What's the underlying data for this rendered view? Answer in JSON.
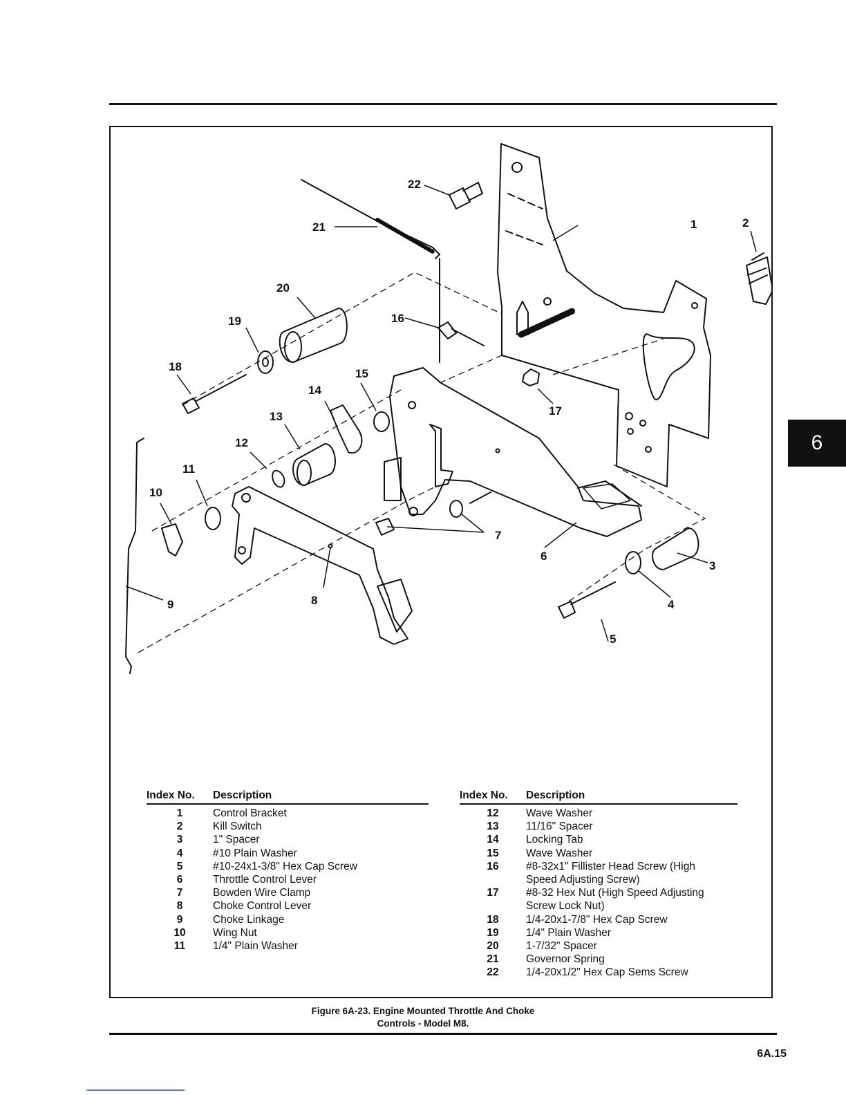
{
  "figure": {
    "callouts": [
      "1",
      "2",
      "3",
      "4",
      "5",
      "6",
      "7",
      "8",
      "9",
      "10",
      "11",
      "12",
      "13",
      "14",
      "15",
      "16",
      "17",
      "18",
      "19",
      "20",
      "21",
      "22"
    ]
  },
  "legend": {
    "header_index": "Index No.",
    "header_description": "Description",
    "left": [
      {
        "index": "1",
        "description": "Control Bracket"
      },
      {
        "index": "2",
        "description": "Kill Switch"
      },
      {
        "index": "3",
        "description": "1\" Spacer"
      },
      {
        "index": "4",
        "description": "#10 Plain Washer"
      },
      {
        "index": "5",
        "description": "#10-24x1-3/8\" Hex Cap Screw"
      },
      {
        "index": "6",
        "description": "Throttle Control Lever"
      },
      {
        "index": "7",
        "description": "Bowden Wire Clamp"
      },
      {
        "index": "8",
        "description": "Choke Control Lever"
      },
      {
        "index": "9",
        "description": "Choke Linkage"
      },
      {
        "index": "10",
        "description": "Wing Nut"
      },
      {
        "index": "11",
        "description": "1/4\" Plain Washer"
      }
    ],
    "right": [
      {
        "index": "12",
        "description": "Wave Washer"
      },
      {
        "index": "13",
        "description": "11/16\" Spacer"
      },
      {
        "index": "14",
        "description": "Locking Tab"
      },
      {
        "index": "15",
        "description": "Wave Washer"
      },
      {
        "index": "16",
        "description": "#8-32x1\" Fillister Head Screw (High",
        "continuation": "Speed Adjusting Screw)"
      },
      {
        "index": "17",
        "description": "#8-32 Hex Nut (High Speed Adjusting",
        "continuation": "Screw Lock Nut)"
      },
      {
        "index": "18",
        "description": "1/4-20x1-7/8\" Hex Cap Screw"
      },
      {
        "index": "19",
        "description": "1/4\" Plain Washer"
      },
      {
        "index": "20",
        "description": "1-7/32\" Spacer"
      },
      {
        "index": "21",
        "description": "Governor Spring"
      },
      {
        "index": "22",
        "description": "1/4-20x1/2\" Hex Cap Sems Screw"
      }
    ]
  },
  "caption": {
    "line1": "Figure 6A-23. Engine Mounted Throttle And Choke",
    "line2": "Controls - Model M8."
  },
  "section_tab": "6",
  "page_number": "6A.15"
}
